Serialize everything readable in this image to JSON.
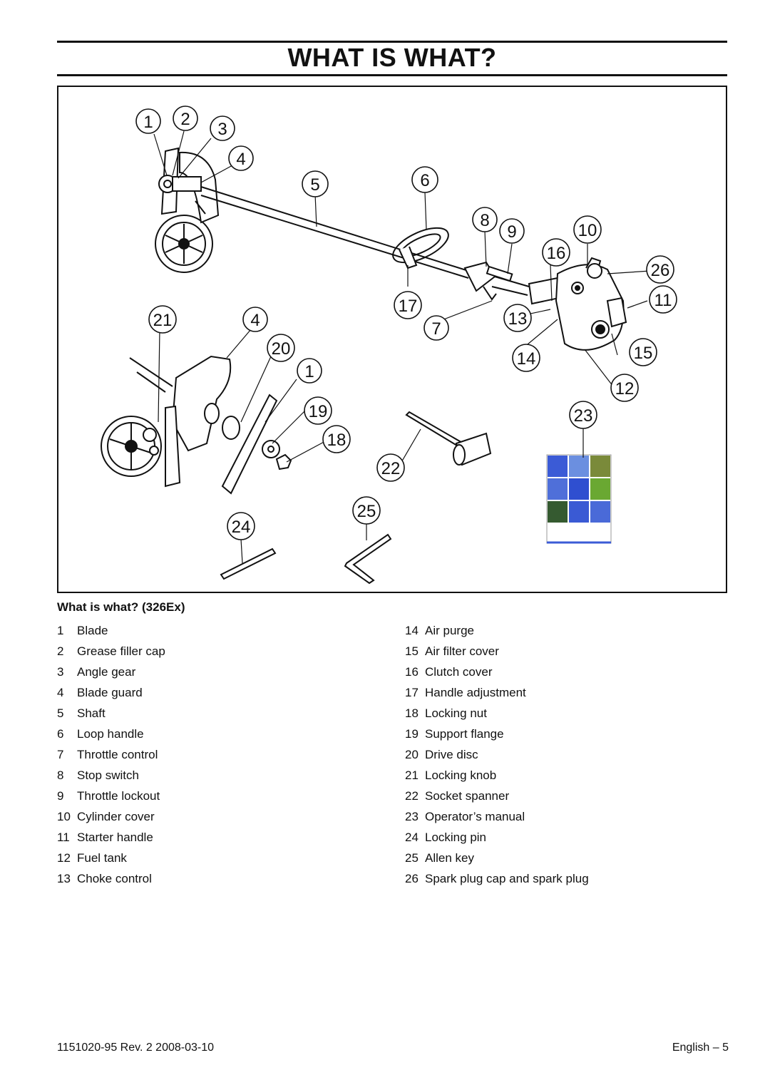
{
  "header": {
    "title": "WHAT IS WHAT?"
  },
  "figure": {
    "callouts": [
      "1",
      "2",
      "3",
      "4",
      "5",
      "6",
      "8",
      "9",
      "10",
      "16",
      "26",
      "17",
      "11",
      "21",
      "4",
      "7",
      "13",
      "20",
      "14",
      "15",
      "1",
      "12",
      "19",
      "23",
      "18",
      "22",
      "25",
      "24"
    ]
  },
  "caption": "What is what? (326Ex)",
  "legend_left": [
    {
      "num": "1",
      "label": "Blade"
    },
    {
      "num": "2",
      "label": "Grease filler cap"
    },
    {
      "num": "3",
      "label": "Angle gear"
    },
    {
      "num": "4",
      "label": "Blade guard"
    },
    {
      "num": "5",
      "label": "Shaft"
    },
    {
      "num": "6",
      "label": "Loop handle"
    },
    {
      "num": "7",
      "label": "Throttle control"
    },
    {
      "num": "8",
      "label": "Stop switch"
    },
    {
      "num": "9",
      "label": "Throttle lockout"
    },
    {
      "num": "10",
      "label": "Cylinder cover"
    },
    {
      "num": "11",
      "label": "Starter handle"
    },
    {
      "num": "12",
      "label": "Fuel tank"
    },
    {
      "num": "13",
      "label": "Choke control"
    }
  ],
  "legend_right": [
    {
      "num": "14",
      "label": "Air purge"
    },
    {
      "num": "15",
      "label": "Air filter cover"
    },
    {
      "num": "16",
      "label": "Clutch cover"
    },
    {
      "num": "17",
      "label": "Handle adjustment"
    },
    {
      "num": "18",
      "label": "Locking nut"
    },
    {
      "num": "19",
      "label": "Support flange"
    },
    {
      "num": "20",
      "label": "Drive disc"
    },
    {
      "num": "21",
      "label": "Locking knob"
    },
    {
      "num": "22",
      "label": "Socket spanner"
    },
    {
      "num": "23",
      "label": "Operator’s manual"
    },
    {
      "num": "24",
      "label": "Locking pin"
    },
    {
      "num": "25",
      "label": "Allen key"
    },
    {
      "num": "26",
      "label": "Spark plug cap and spark plug"
    }
  ],
  "footer": {
    "doc_id": "1151020-95   Rev. 2   2008-03-10",
    "page_label": "English – 5"
  }
}
